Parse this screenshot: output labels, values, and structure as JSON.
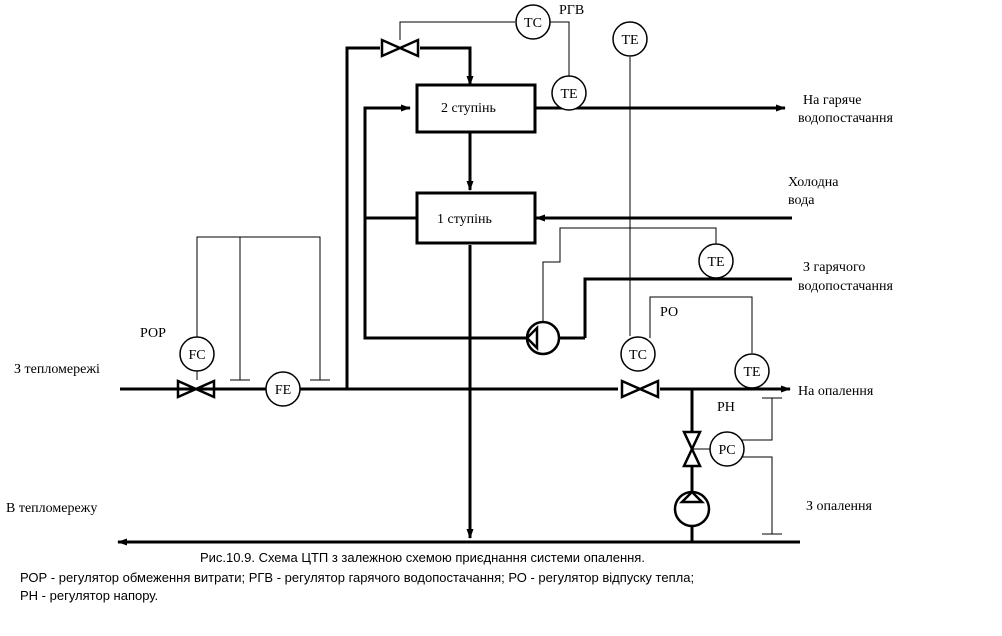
{
  "blocks": {
    "stage2": "2 ступінь",
    "stage1": "1 ступінь"
  },
  "instruments": {
    "tc_top": "TC",
    "te_top": "TE",
    "te_top_right": "TE",
    "te_mid": "TE",
    "fc": "FC",
    "fe": "FE",
    "tc_bottom": "TC",
    "te_bottom": "TE",
    "pc": "PC"
  },
  "regulator_labels": {
    "rgv": "РГВ",
    "ror": "РОР",
    "ro": "РО",
    "rn": "РН"
  },
  "flows": {
    "hot_supply_out": [
      "На гаряче",
      "водопостачання"
    ],
    "cold_water": [
      "Холодна",
      "вода"
    ],
    "hot_supply_return": [
      "З гарячого",
      "водопостачання"
    ],
    "from_heat_network": "З тепломережі",
    "to_heating": "На опалення",
    "to_heat_network": "В тепломережу",
    "from_heating": "З опалення"
  },
  "caption": {
    "line1": "Рис.10.9.  Схема ЦТП з залежною схемою приєднання системи опалення.",
    "line2": "РОР - регулятор обмеження витрати; РГВ - регулятор гарячого водопостачання; РО - регулятор відпуску тепла;",
    "line3": "РН - регулятор напору."
  }
}
